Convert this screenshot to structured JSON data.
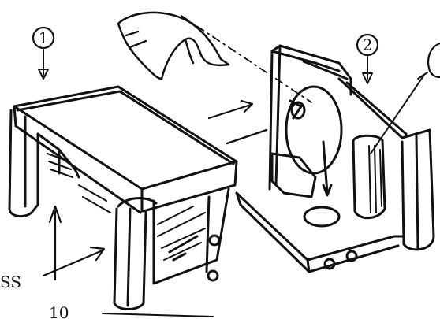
{
  "labels": {
    "item1": "1",
    "item2": "2",
    "edge_text": "SS",
    "bottom_text": "10"
  },
  "colors": {
    "ink": "#111111",
    "paper": "#ffffff"
  }
}
